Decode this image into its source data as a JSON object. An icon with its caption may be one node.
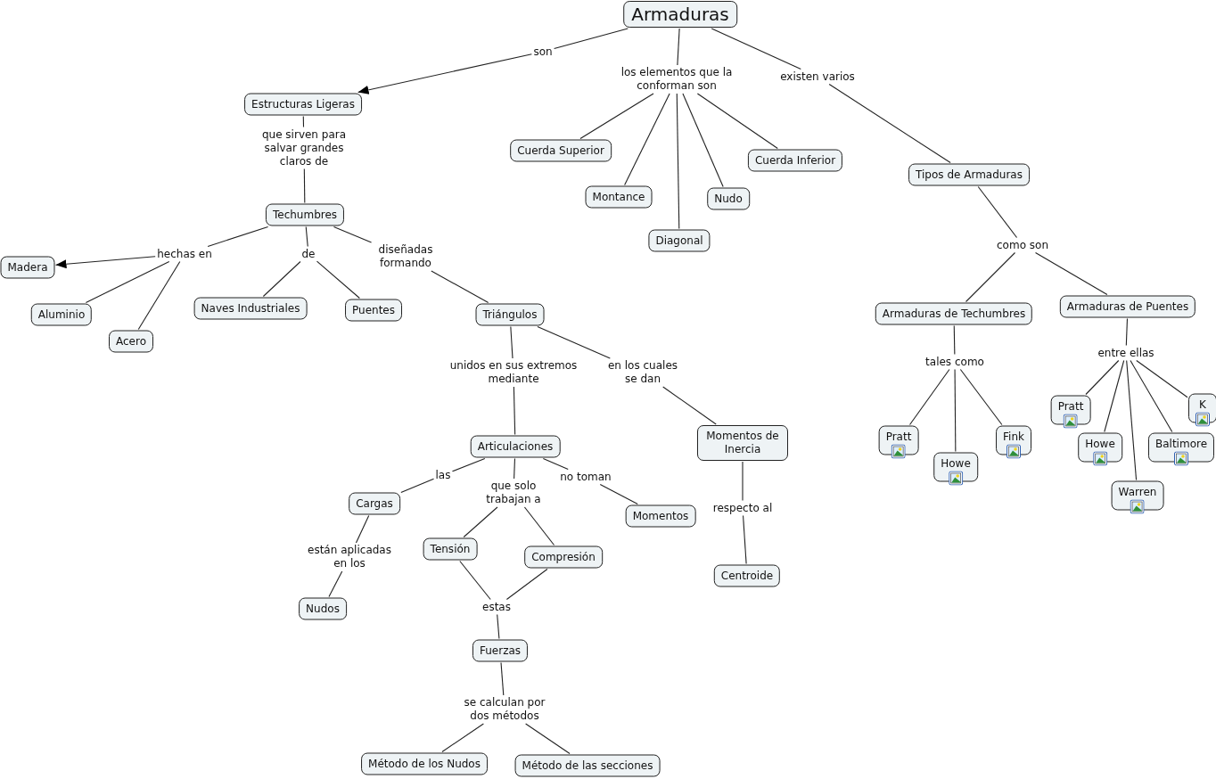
{
  "diagram": {
    "nodes": [
      {
        "text": [
          "Armaduras"
        ]
      },
      {
        "text": [
          "son"
        ]
      },
      {
        "text": [
          "los elementos que la conforman son"
        ]
      },
      {
        "text": [
          "existen varios"
        ]
      },
      {
        "text": [
          "Estructuras Ligeras"
        ]
      },
      {
        "text": [
          "que sirven para salvar grandes claros de"
        ]
      },
      {
        "text": [
          "Techumbres"
        ]
      },
      {
        "text": [
          "hechas en"
        ]
      },
      {
        "text": [
          "de"
        ]
      },
      {
        "text": [
          "diseñadas formando"
        ]
      },
      {
        "text": [
          "Madera"
        ]
      },
      {
        "text": [
          "Aluminio"
        ]
      },
      {
        "text": [
          "Acero"
        ]
      },
      {
        "text": [
          "Naves Industriales"
        ]
      },
      {
        "text": [
          "Puentes"
        ]
      },
      {
        "text": [
          "Triángulos"
        ]
      },
      {
        "text": [
          "unidos en sus extremos mediante"
        ]
      },
      {
        "text": [
          "en los cuales se dan"
        ]
      },
      {
        "text": [
          "Articulaciones"
        ]
      },
      {
        "text": [
          "las"
        ]
      },
      {
        "text": [
          "que solo trabajan a"
        ]
      },
      {
        "text": [
          "no toman"
        ]
      },
      {
        "text": [
          "Cargas"
        ]
      },
      {
        "text": [
          "Momentos"
        ]
      },
      {
        "text": [
          "Momentos de Inercia"
        ]
      },
      {
        "text": [
          "están aplicadas en los"
        ]
      },
      {
        "text": [
          "respecto al"
        ]
      },
      {
        "text": [
          "Tensión"
        ]
      },
      {
        "text": [
          "Compresión"
        ]
      },
      {
        "text": [
          "Nudos"
        ]
      },
      {
        "text": [
          "Centroide"
        ]
      },
      {
        "text": [
          "estas"
        ]
      },
      {
        "text": [
          "Fuerzas"
        ]
      },
      {
        "text": [
          "se calculan por dos métodos"
        ]
      },
      {
        "text": [
          "Método de los Nudos"
        ]
      },
      {
        "text": [
          "Método de las secciones"
        ]
      },
      {
        "text": [
          "Cuerda Superior"
        ]
      },
      {
        "text": [
          "Cuerda Inferior"
        ]
      },
      {
        "text": [
          "Montance"
        ]
      },
      {
        "text": [
          "Nudo"
        ]
      },
      {
        "text": [
          "Diagonal"
        ]
      },
      {
        "text": [
          "Tipos de Armaduras"
        ]
      },
      {
        "text": [
          "como son"
        ]
      },
      {
        "text": [
          "Armaduras de Techumbres"
        ]
      },
      {
        "text": [
          "Armaduras de Puentes"
        ]
      },
      {
        "text": [
          "tales como"
        ]
      },
      {
        "text": [
          "entre ellas"
        ]
      },
      {
        "text": [
          "Pratt"
        ]
      },
      {
        "text": [
          "Howe"
        ]
      },
      {
        "text": [
          "Fink"
        ]
      },
      {
        "text": [
          "Pratt"
        ]
      },
      {
        "text": [
          "K"
        ]
      },
      {
        "text": [
          "Howe"
        ]
      },
      {
        "text": [
          "Baltimore"
        ]
      },
      {
        "text": [
          "Warren"
        ]
      }
    ],
    "edges": [
      {
        "from": 0,
        "to": 1,
        "arrow": "none"
      },
      {
        "from": 1,
        "to": 4,
        "arrow": "to"
      },
      {
        "from": 0,
        "to": 2,
        "arrow": "none"
      },
      {
        "from": 2,
        "to": 36,
        "arrow": "none"
      },
      {
        "from": 2,
        "to": 38,
        "arrow": "none"
      },
      {
        "from": 2,
        "to": 40,
        "arrow": "none"
      },
      {
        "from": 2,
        "to": 39,
        "arrow": "none"
      },
      {
        "from": 2,
        "to": 37,
        "arrow": "none"
      },
      {
        "from": 0,
        "to": 3,
        "arrow": "none"
      },
      {
        "from": 3,
        "to": 41,
        "arrow": "none"
      },
      {
        "from": 4,
        "to": 5,
        "arrow": "none"
      },
      {
        "from": 5,
        "to": 6,
        "arrow": "none"
      },
      {
        "from": 6,
        "to": 7,
        "arrow": "none"
      },
      {
        "from": 7,
        "to": 10,
        "arrow": "to"
      },
      {
        "from": 7,
        "to": 11,
        "arrow": "none"
      },
      {
        "from": 7,
        "to": 12,
        "arrow": "none"
      },
      {
        "from": 6,
        "to": 8,
        "arrow": "none"
      },
      {
        "from": 8,
        "to": 13,
        "arrow": "none"
      },
      {
        "from": 8,
        "to": 14,
        "arrow": "none"
      },
      {
        "from": 6,
        "to": 9,
        "arrow": "none"
      },
      {
        "from": 9,
        "to": 15,
        "arrow": "none"
      },
      {
        "from": 15,
        "to": 16,
        "arrow": "none"
      },
      {
        "from": 16,
        "to": 18,
        "arrow": "none"
      },
      {
        "from": 15,
        "to": 17,
        "arrow": "none"
      },
      {
        "from": 17,
        "to": 24,
        "arrow": "none"
      },
      {
        "from": 18,
        "to": 19,
        "arrow": "none"
      },
      {
        "from": 19,
        "to": 22,
        "arrow": "none"
      },
      {
        "from": 18,
        "to": 20,
        "arrow": "none"
      },
      {
        "from": 20,
        "to": 27,
        "arrow": "none"
      },
      {
        "from": 20,
        "to": 28,
        "arrow": "none"
      },
      {
        "from": 18,
        "to": 21,
        "arrow": "none"
      },
      {
        "from": 21,
        "to": 23,
        "arrow": "none"
      },
      {
        "from": 22,
        "to": 25,
        "arrow": "none"
      },
      {
        "from": 25,
        "to": 29,
        "arrow": "none"
      },
      {
        "from": 24,
        "to": 26,
        "arrow": "none"
      },
      {
        "from": 26,
        "to": 30,
        "arrow": "none"
      },
      {
        "from": 27,
        "to": 31,
        "arrow": "none"
      },
      {
        "from": 28,
        "to": 31,
        "arrow": "none"
      },
      {
        "from": 31,
        "to": 32,
        "arrow": "none"
      },
      {
        "from": 32,
        "to": 33,
        "arrow": "none"
      },
      {
        "from": 33,
        "to": 34,
        "arrow": "none"
      },
      {
        "from": 33,
        "to": 35,
        "arrow": "none"
      },
      {
        "from": 41,
        "to": 42,
        "arrow": "none"
      },
      {
        "from": 42,
        "to": 43,
        "arrow": "none"
      },
      {
        "from": 42,
        "to": 44,
        "arrow": "none"
      },
      {
        "from": 43,
        "to": 45,
        "arrow": "none"
      },
      {
        "from": 45,
        "to": 47,
        "arrow": "none"
      },
      {
        "from": 45,
        "to": 48,
        "arrow": "none"
      },
      {
        "from": 45,
        "to": 49,
        "arrow": "none"
      },
      {
        "from": 44,
        "to": 46,
        "arrow": "none"
      },
      {
        "from": 46,
        "to": 50,
        "arrow": "none"
      },
      {
        "from": 46,
        "to": 52,
        "arrow": "none"
      },
      {
        "from": 46,
        "to": 54,
        "arrow": "none"
      },
      {
        "from": 46,
        "to": 53,
        "arrow": "none"
      },
      {
        "from": 46,
        "to": 51,
        "arrow": "none"
      }
    ]
  }
}
